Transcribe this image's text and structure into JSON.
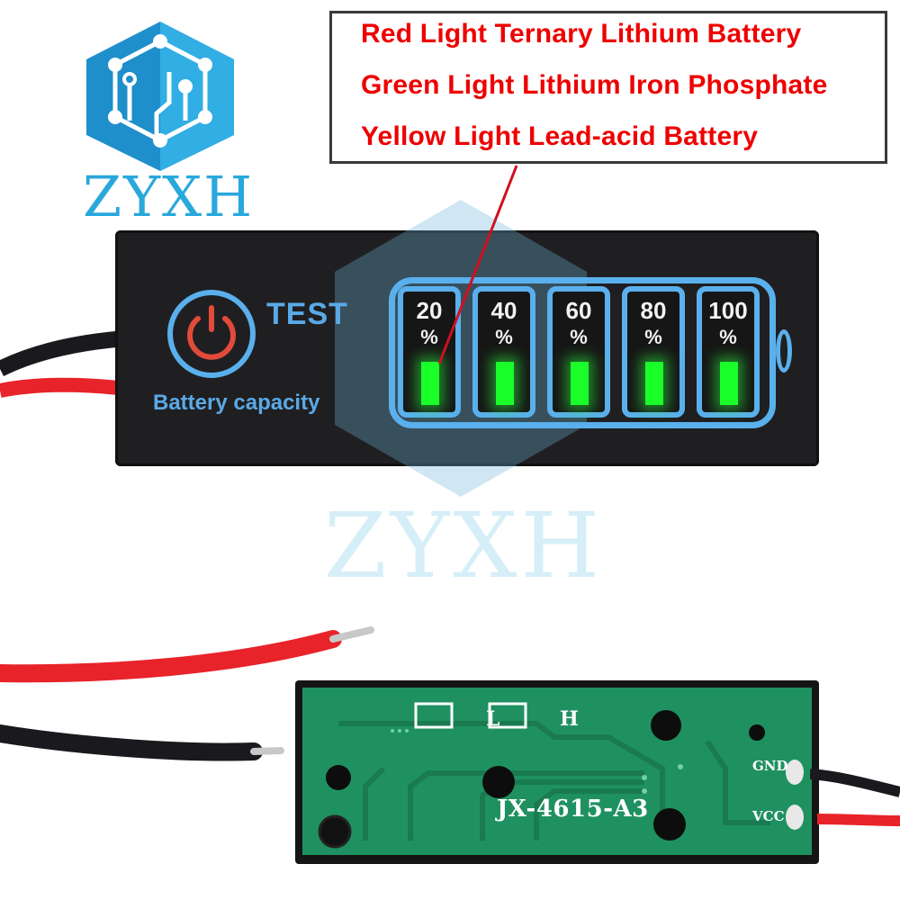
{
  "brand": {
    "name": "ZYXH",
    "logo_icon": "circuit-hexagon-icon",
    "color": "#29a8dc"
  },
  "legend": {
    "lines": [
      "Red Light Ternary Lithium Battery",
      "Green Light Lithium Iron Phosphate",
      "Yellow Light Lead-acid Battery"
    ],
    "text_color": "#ee0000",
    "border_color": "#3a3a3a"
  },
  "device_front": {
    "button_icon": "power-icon",
    "button_label": "TEST",
    "caption": "Battery capacity",
    "accent_color": "#5ab0ec",
    "led_color": "#1aff2a",
    "cells": [
      {
        "value": "20",
        "unit": "%",
        "lit": true
      },
      {
        "value": "40",
        "unit": "%",
        "lit": true
      },
      {
        "value": "60",
        "unit": "%",
        "lit": true
      },
      {
        "value": "80",
        "unit": "%",
        "lit": true
      },
      {
        "value": "100",
        "unit": "%",
        "lit": true
      }
    ]
  },
  "watermark": {
    "text": "ZYXH"
  },
  "pcb_back": {
    "model": "JX-4615-A3",
    "pad_low": "L",
    "pad_high": "H",
    "terminal_gnd": "GND",
    "terminal_vcc": "VCC",
    "board_color": "#1f9160"
  },
  "wires": {
    "red": "#e8232a",
    "black": "#1a1a1e"
  }
}
